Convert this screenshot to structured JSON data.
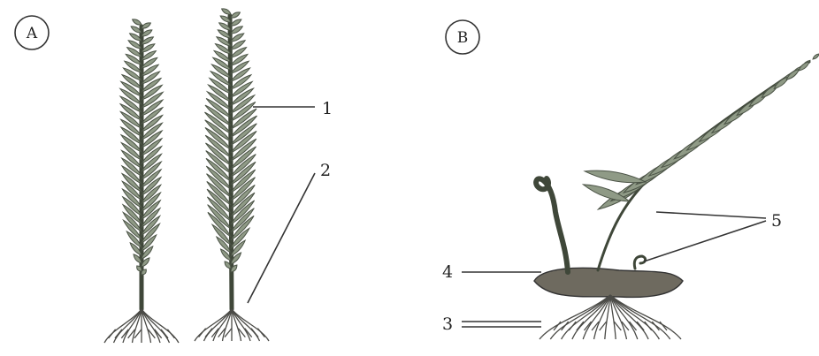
{
  "panels": [
    {
      "id": "A",
      "badge": "A"
    },
    {
      "id": "B",
      "badge": "B"
    }
  ],
  "labels": {
    "l1": "1",
    "l2": "2",
    "l3": "3",
    "l4": "4",
    "l5": "5"
  },
  "colors": {
    "leaf": "#8f9a86",
    "stroke": "#4b5346",
    "stem": "#3f4739",
    "rhizome": "#6e6a5f"
  }
}
